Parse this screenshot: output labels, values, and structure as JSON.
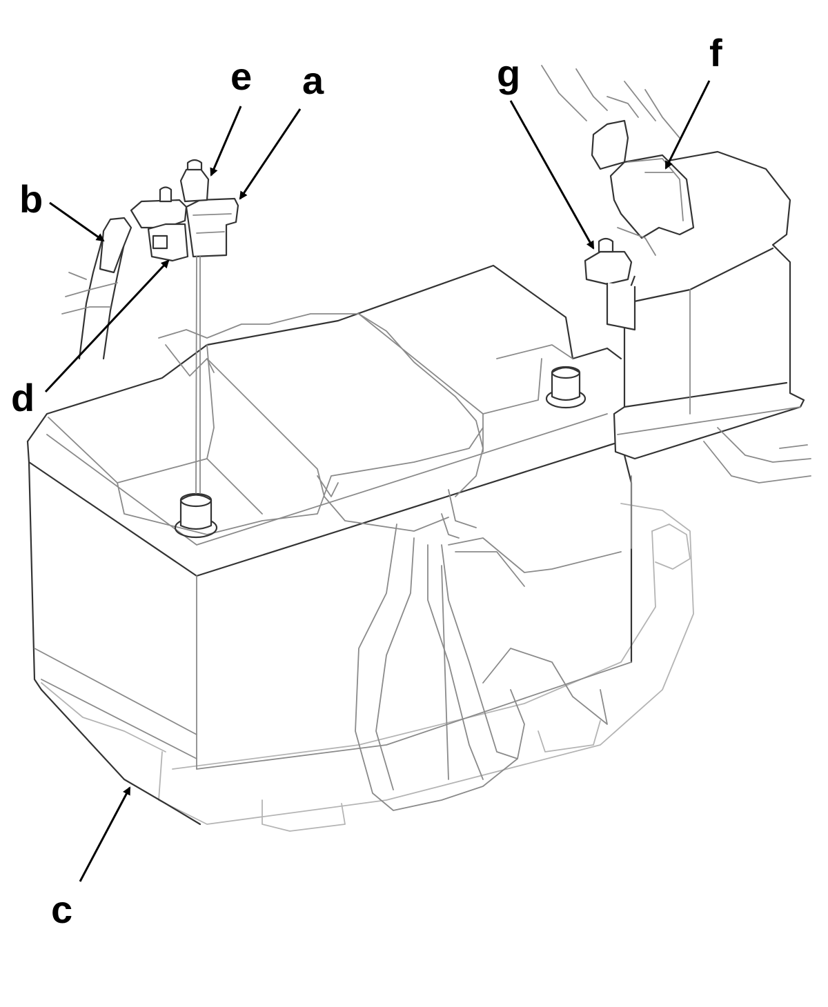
{
  "callouts": {
    "a": "a",
    "b": "b",
    "c": "c",
    "d": "d",
    "e": "e",
    "f": "f",
    "g": "g"
  },
  "colors": {
    "background": "#ffffff",
    "callout_text": "#000000",
    "linework": "#333333",
    "faint_linework": "#b4b4b4"
  }
}
